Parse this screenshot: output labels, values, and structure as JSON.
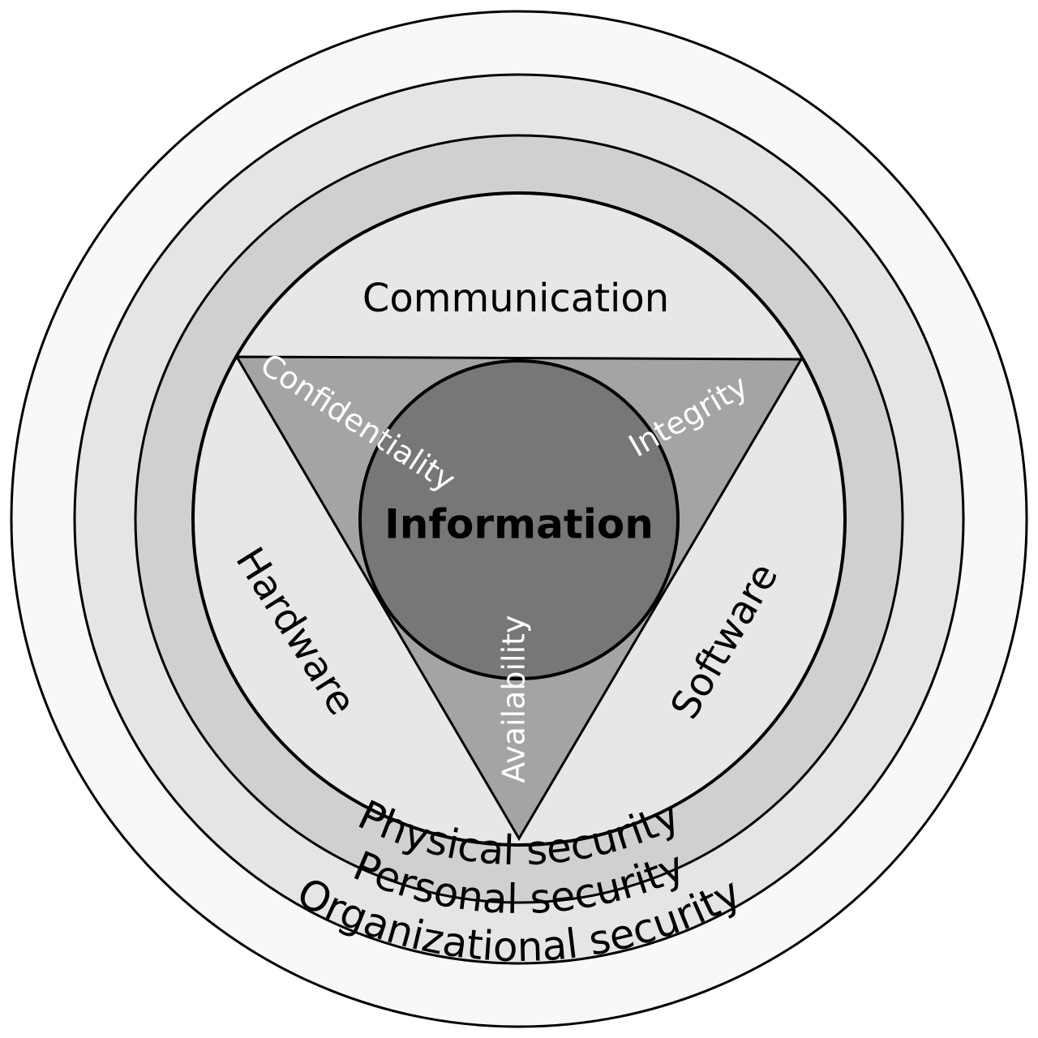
{
  "diagram": {
    "rings": {
      "organizational": "Organizational security",
      "personal": "Personal security",
      "physical": "Physical security"
    },
    "sectors": {
      "communication": "Communication",
      "hardware": "Hardware",
      "software": "Software"
    },
    "properties": {
      "confidentiality": "Confidentiality",
      "integrity": "Integrity",
      "availability": "Availability"
    },
    "center": "Information"
  },
  "colors": {
    "outer_ring": "#f8f8f8",
    "personal_ring": "#e5e5e5",
    "physical_ring": "#d0d0d0",
    "sector_fill": "#e7e7e7",
    "triangle_fill": "#a4a4a4",
    "core_fill": "#777777",
    "stroke": "#000000",
    "property_text": "#ffffff"
  }
}
